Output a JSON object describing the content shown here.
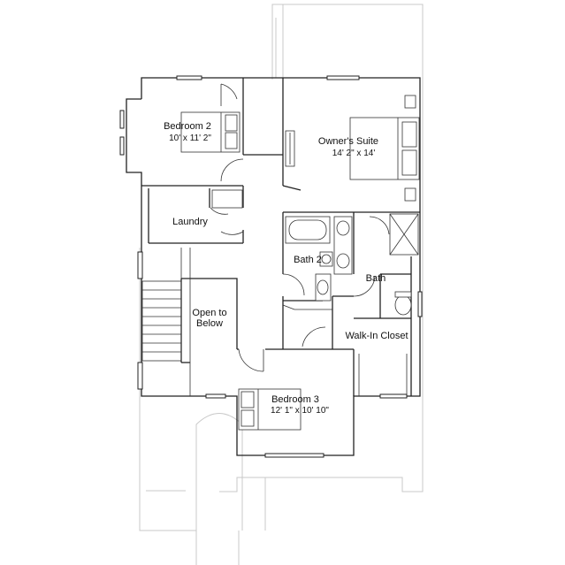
{
  "rooms": {
    "bedroom2": {
      "name": "Bedroom 2",
      "size": "10' x 11' 2\""
    },
    "owners_suite": {
      "name": "Owner's Suite",
      "size": "14' 2\" x 14'"
    },
    "laundry": {
      "name": "Laundry"
    },
    "bath2": {
      "name": "Bath 2"
    },
    "bath": {
      "name": "Bath"
    },
    "open_to_below": {
      "line1": "Open to",
      "line2": "Below"
    },
    "walk_in_closet": {
      "name": "Walk-In Closet"
    },
    "bedroom3": {
      "name": "Bedroom 3",
      "size": "12' 1\" x 10' 10\""
    }
  }
}
